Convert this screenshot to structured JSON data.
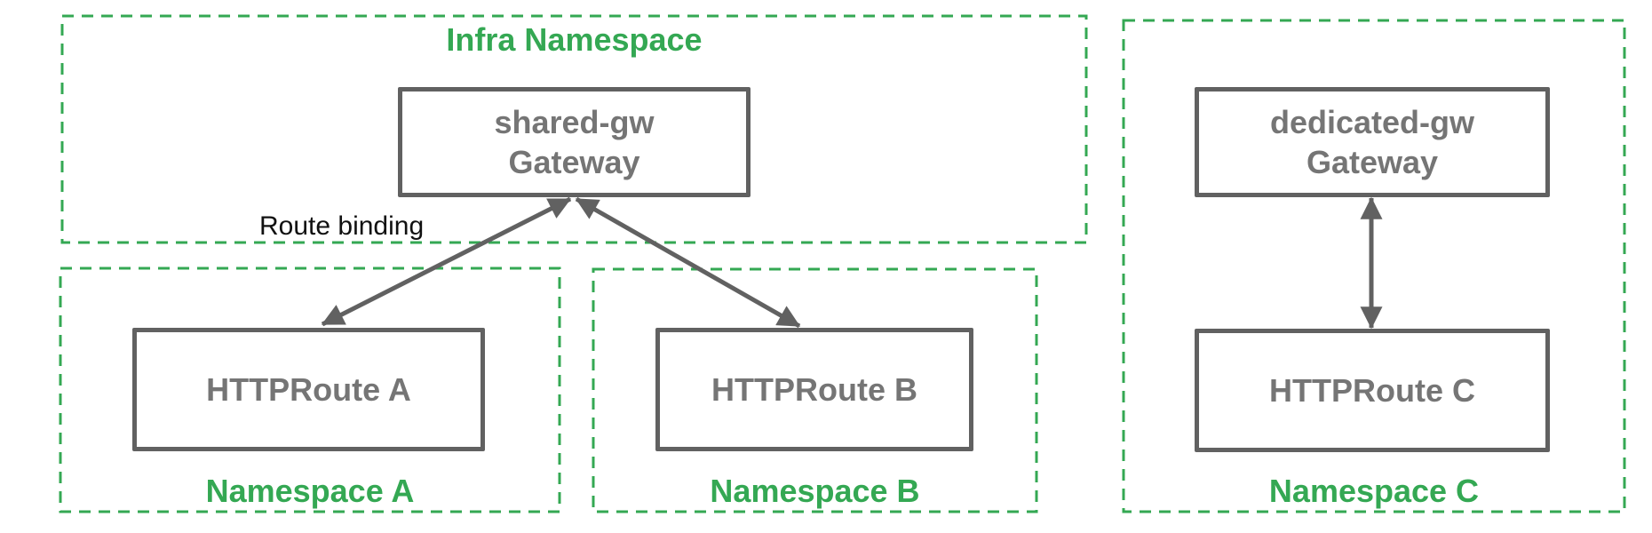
{
  "colors": {
    "namespace_green": "#34a853",
    "box_border_gray": "#616161",
    "box_text_gray": "#757575",
    "arrow_gray": "#616161",
    "annotation_black": "#111111"
  },
  "infra_namespace": {
    "title": "Infra Namespace"
  },
  "gateways": {
    "shared": {
      "name": "shared-gw",
      "kind": "Gateway"
    },
    "dedicated": {
      "name": "dedicated-gw",
      "kind": "Gateway"
    }
  },
  "annotations": {
    "route_binding": "Route binding"
  },
  "namespaces": {
    "a": {
      "label": "Namespace A",
      "route": "HTTPRoute A"
    },
    "b": {
      "label": "Namespace B",
      "route": "HTTPRoute B"
    },
    "c": {
      "label": "Namespace C",
      "route": "HTTPRoute C"
    }
  }
}
